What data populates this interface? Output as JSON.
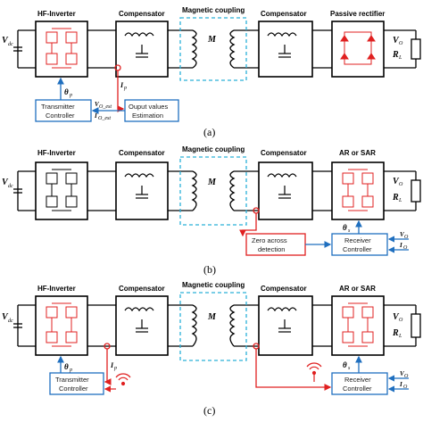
{
  "diagrams": [
    {
      "caption": "(a)",
      "blocks": {
        "inverter": "HF-Inverter",
        "comp1": "Compensator",
        "coupling": "Magnetic coupling",
        "comp2": "Compensator",
        "rectifier": "Passive rectifier"
      },
      "controllers": [
        {
          "line1": "Transmitter",
          "line2": "Controller"
        },
        {
          "line1": "Ouput values",
          "line2": "Estimation"
        }
      ],
      "symbols": {
        "vdc": "V",
        "vdc_sub": "dc",
        "theta": "θ",
        "theta_sub": "p",
        "ip": "I",
        "ip_sub": "p",
        "vo_est": "V",
        "vo_est_sub": "O_est",
        "io_est": "I",
        "io_est_sub": "O_est",
        "m": "M",
        "vo": "V",
        "vo_sub": "O",
        "rl": "R",
        "rl_sub": "L"
      }
    },
    {
      "caption": "(b)",
      "blocks": {
        "inverter": "HF-Inverter",
        "comp1": "Compensator",
        "coupling": "Magnetic coupling",
        "comp2": "Compensator",
        "rectifier": "AR or SAR"
      },
      "controllers": [
        {
          "line1": "Zero across",
          "line2": "detection"
        },
        {
          "line1": "Receiver",
          "line2": "Controller"
        }
      ],
      "symbols": {
        "vdc": "V",
        "vdc_sub": "dc",
        "theta": "θ",
        "theta_sub": "s",
        "m": "M",
        "vo": "V",
        "vo_sub": "O",
        "rl": "R",
        "rl_sub": "L",
        "vo_in": "V",
        "vo_in_sub": "O",
        "io_in": "I",
        "io_in_sub": "O"
      }
    },
    {
      "caption": "(c)",
      "blocks": {
        "inverter": "HF-Inverter",
        "comp1": "Compensator",
        "coupling": "Magnetic coupling",
        "comp2": "Compensator",
        "rectifier": "AR or SAR"
      },
      "controllers": [
        {
          "line1": "Transmitter",
          "line2": "Controller"
        },
        {
          "line1": "Receiver",
          "line2": "Controller"
        }
      ],
      "symbols": {
        "vdc": "V",
        "vdc_sub": "dc",
        "theta_p": "θ",
        "theta_p_sub": "p",
        "ip": "I",
        "ip_sub": "p",
        "m": "M",
        "theta_s": "θ",
        "theta_s_sub": "s",
        "vo": "V",
        "vo_sub": "O",
        "rl": "R",
        "rl_sub": "L",
        "vo_in": "V",
        "vo_in_sub": "O",
        "io_in": "I",
        "io_in_sub": "O"
      }
    }
  ],
  "colors": {
    "line": "#000000",
    "switch": "#e02020",
    "controller": "#1f6fbf",
    "coupling_box": "#2ab0d8",
    "signal": "#e02020"
  }
}
